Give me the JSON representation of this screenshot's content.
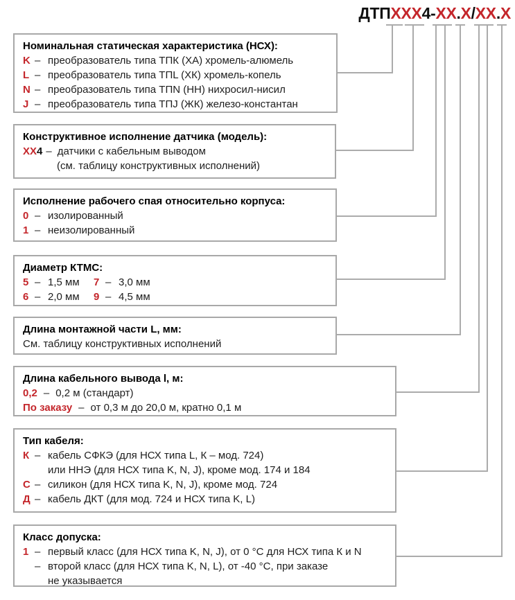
{
  "colors": {
    "accent_red": "#C4262B",
    "connector_gray": "#ABABAB",
    "box_border_gray": "#A8A8A8"
  },
  "code": {
    "segments": [
      {
        "text": "ДТП"
      },
      {
        "text": "ХХХ"
      },
      {
        "text": "4-"
      },
      {
        "text": "ХХ"
      },
      {
        "text": "."
      },
      {
        "text": "Х"
      },
      {
        "text": "/"
      },
      {
        "text": "ХХ"
      },
      {
        "text": "."
      },
      {
        "text": "Х"
      }
    ]
  },
  "boxes": [
    {
      "title": "Номинальная статическая характеристика (НСХ):",
      "items": [
        {
          "key": "K",
          "dash": "–",
          "text": "преобразователь типа ТПК (ХА) хромель-алюмель"
        },
        {
          "key": "L",
          "dash": "–",
          "text": "преобразователь типа ТПL (ХК) хромель-копель"
        },
        {
          "key": "N",
          "dash": "–",
          "text": "преобразователь типа ТПN (НН) нихросил-нисил"
        },
        {
          "key": "J",
          "dash": "–",
          "text": "преобразователь типа ТПJ (ЖК) железо-константан"
        }
      ]
    },
    {
      "title": "Конструктивное исполнение датчика (модель):",
      "model_key_red": "ХХ",
      "model_key_black": "4",
      "dash": "–",
      "line1": "датчики с кабельным выводом",
      "line2": "(см. таблицу конструктивных исполнений)"
    },
    {
      "title": "Исполнение рабочего спая относительно корпуса:",
      "items": [
        {
          "key": "0",
          "dash": "–",
          "text": "изолированный"
        },
        {
          "key": "1",
          "dash": "–",
          "text": "неизолированный"
        }
      ]
    },
    {
      "title": "Диаметр КТМС:",
      "items": [
        {
          "key": "5",
          "dash": "–",
          "text": "1,5 мм"
        },
        {
          "key": "7",
          "dash": "–",
          "text": "3,0 мм"
        },
        {
          "key": "6",
          "dash": "–",
          "text": "2,0 мм"
        },
        {
          "key": "9",
          "dash": "–",
          "text": "4,5 мм"
        }
      ]
    },
    {
      "title": "Длина монтажной части L, мм:",
      "body": "См. таблицу конструктивных исполнений"
    },
    {
      "title": "Длина кабельного вывода l, м:",
      "items": [
        {
          "key": "0,2",
          "dash": "–",
          "text": "0,2 м (стандарт)"
        },
        {
          "key": "По заказу",
          "dash": "–",
          "text": "от 0,3 м до 20,0 м, кратно 0,1 м"
        }
      ]
    },
    {
      "title": "Тип кабеля:",
      "items": [
        {
          "key": "К",
          "dash": "–",
          "text": "кабель СФКЭ (для НСХ типа L, К – мод. 724)"
        },
        {
          "key": "",
          "dash": "",
          "text": "или ННЭ (для НСХ типа K, N, J), кроме мод. 174 и 184"
        },
        {
          "key": "С",
          "dash": "–",
          "text": "силикон (для НСХ типа K, N, J), кроме мод. 724"
        },
        {
          "key": "Д",
          "dash": "–",
          "text": "кабель ДКТ (для мод. 724 и НСХ типа K, L)"
        }
      ]
    },
    {
      "title": "Класс допуска:",
      "items": [
        {
          "key": "1",
          "dash": "–",
          "text": "первый класс (для НСХ типа K, N, J), от 0 °C для НСХ типа К и N"
        },
        {
          "key": "",
          "dash": "–",
          "text": "второй класс (для НСХ типа K, N, L), от -40 °C, при заказе"
        },
        {
          "key": "",
          "dash": "",
          "text": "не указывается"
        }
      ]
    }
  ]
}
